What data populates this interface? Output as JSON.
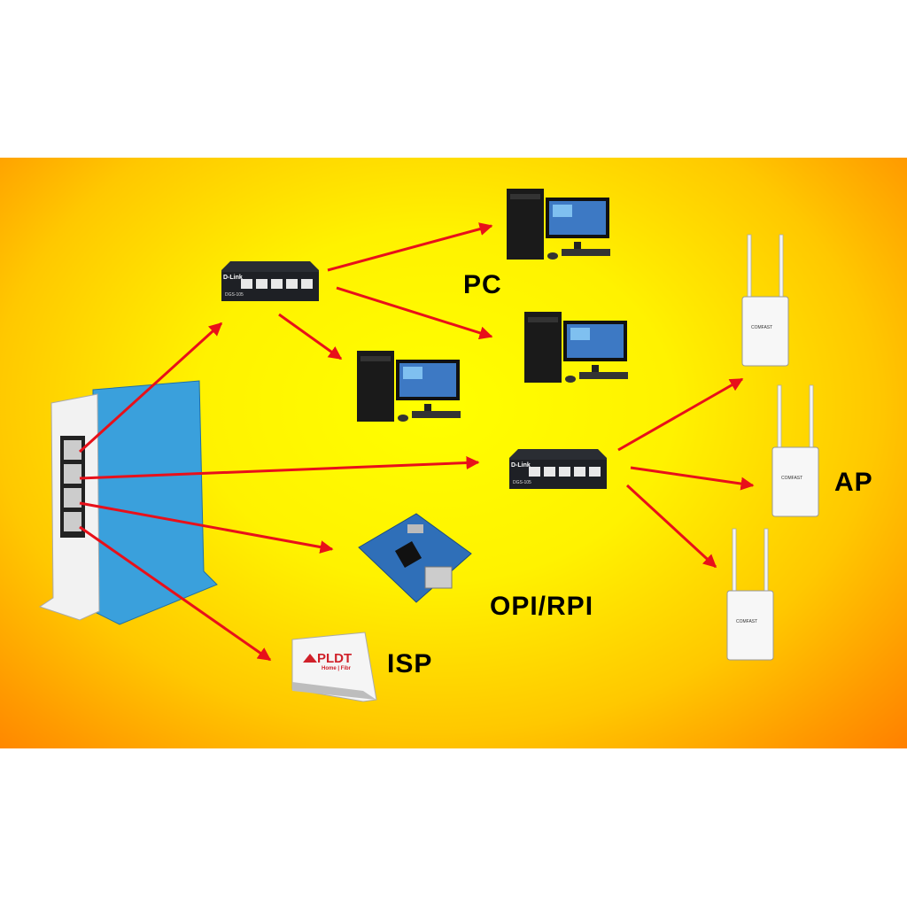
{
  "labels": {
    "pc": "PC",
    "ap": "AP",
    "opi": "OPI/RPI",
    "isp": "ISP"
  },
  "switch": {
    "brand": "D-Link",
    "model": "DGS-105"
  },
  "modem": {
    "brand": "PLDT",
    "sub": "Home | Fibr"
  },
  "ap_brand": "COMFAST",
  "colors": {
    "arrow": "#e8101a",
    "router_blue": "#3aa0dc",
    "band_center": "#ffff00",
    "band_edge": "#ff7a00"
  }
}
